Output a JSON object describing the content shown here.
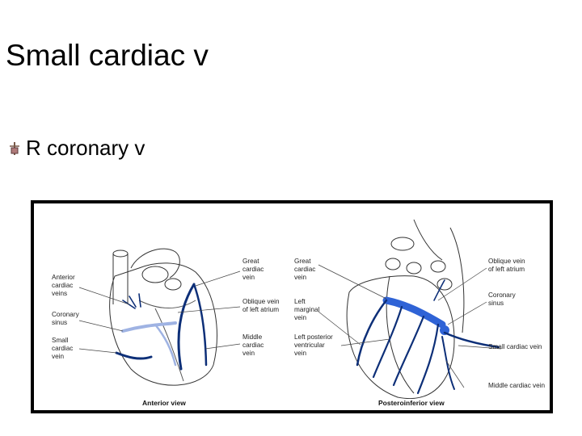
{
  "title": "Small cardiac v",
  "bullets": [
    "R coronary v"
  ],
  "bullet_icon": "bullet-icon",
  "figure": {
    "anterior": {
      "caption": "Anterior view",
      "left_labels": [
        [
          "Anterior",
          "cardiac",
          "veins"
        ],
        [
          "Coronary",
          "sinus"
        ],
        [
          "Small",
          "cardiac",
          "vein"
        ]
      ],
      "right_labels": [
        [
          "Great",
          "cardiac",
          "vein"
        ],
        [
          "Oblique vein",
          "of left atrium"
        ],
        [
          "Middle",
          "cardiac",
          "vein"
        ]
      ]
    },
    "posterior": {
      "caption": "Posteroinferior view",
      "left_labels": [
        [
          "Great",
          "cardiac",
          "vein"
        ],
        [
          "Left",
          "marginal",
          "vein"
        ],
        [
          "Left posterior",
          "ventricular",
          "vein"
        ]
      ],
      "right_labels": [
        [
          "Oblique vein",
          "of left atrium"
        ],
        [
          "Coronary",
          "sinus"
        ],
        [
          "Small cardiac vein"
        ],
        [
          "Middle cardiac vein"
        ]
      ]
    },
    "colors": {
      "vein_dark": "#0d2f78",
      "vein_blue": "#2f63d6",
      "vein_light": "#9fb3e3"
    }
  }
}
